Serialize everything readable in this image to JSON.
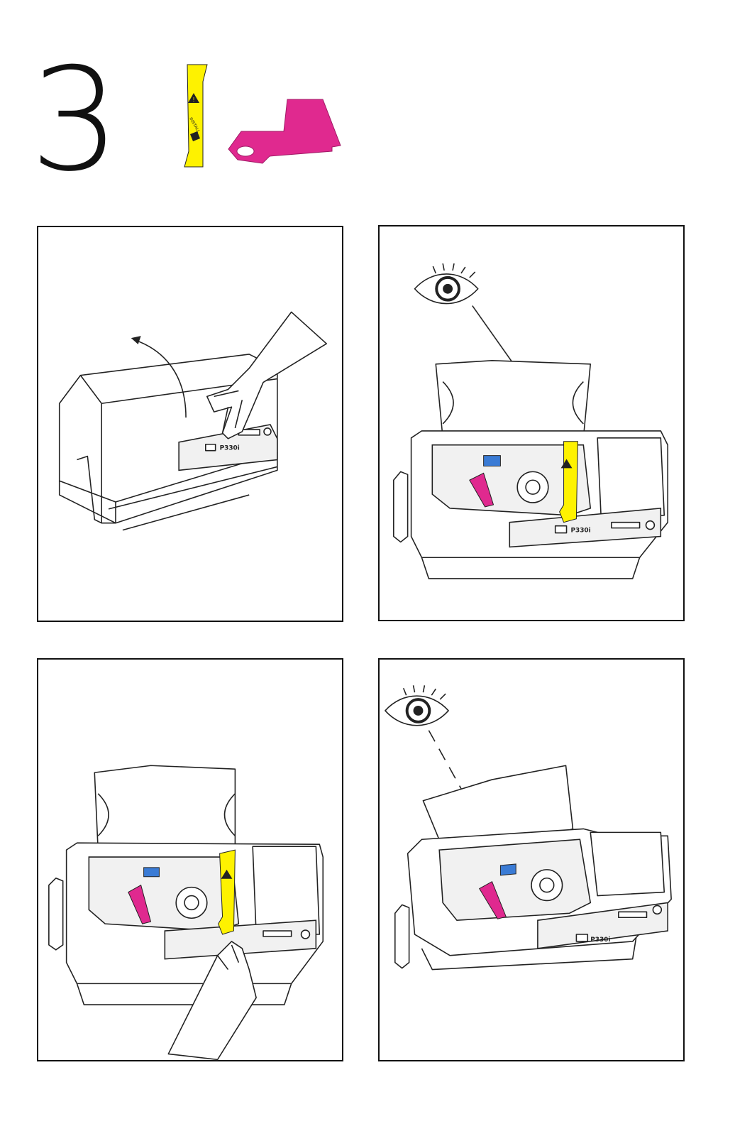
{
  "step": {
    "number": "3"
  },
  "parts": {
    "ribbon_label": "INSTALL",
    "ribbon_color": "#fef200",
    "tool_color": "#e0298f"
  },
  "panels": [
    {
      "model_label": "P330i"
    },
    {
      "model_label": "P330i"
    },
    {
      "model_label": ""
    },
    {
      "model_label": "P330i"
    }
  ],
  "icons": [
    "eye-icon",
    "arrow-icon",
    "hand-icon",
    "warning-icon"
  ],
  "colors": {
    "line": "#222222",
    "ribbon": "#fef200",
    "tool": "#e0298f",
    "latch": "#3a7bd5"
  }
}
